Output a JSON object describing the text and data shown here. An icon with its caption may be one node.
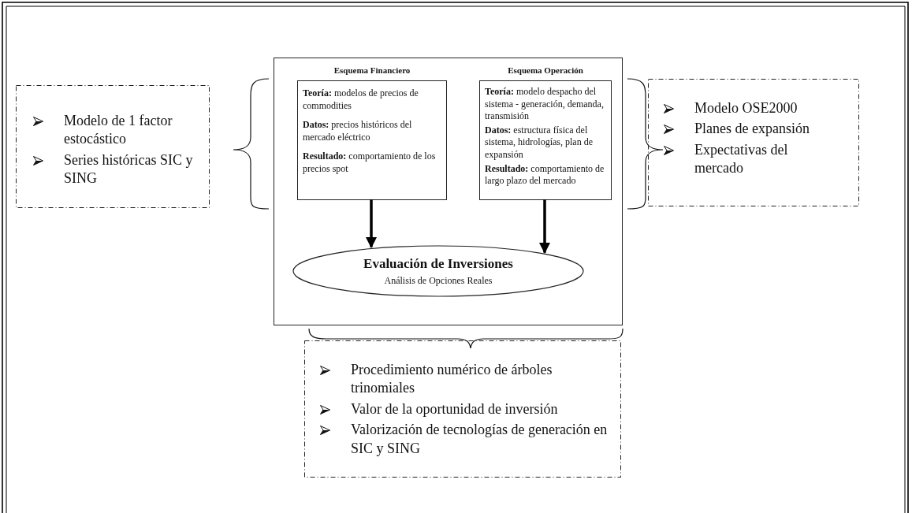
{
  "diagram": {
    "nodes": [
      {
        "text": [],
        "shape": "box"
      },
      {
        "text": [
          "Esquema Financiero",
          "**Teoría:** modelos de precios de commodities",
          "**Datos:** precios históricos del mercado eléctrico",
          "**Resultado:** comportamiento de los precios spot"
        ],
        "in": 0
      },
      {
        "text": [
          "Esquema Operación",
          "**Teoría:** modelo despacho del sistema - generación, demanda, transmisión",
          "**Datos:** estructura física del sistema, hidrologías, plan de expansión",
          "**Resultado:** comportamiento de largo plazo del mercado"
        ],
        "in": 0
      },
      {
        "text": [
          "Evaluación de Inversiones",
          "Análisis de Opciones Reales"
        ],
        "in": 0
      },
      {
        "text": [
          "Modelo de 1 factor estocástico",
          "Series históricas SIC y SING"
        ]
      },
      {
        "text": [
          "Modelo OSE2000",
          "Planes de expansión",
          "Expectativas del mercado"
        ]
      },
      {
        "text": [
          "Procedimiento numérico de árboles trinomiales",
          "Valor de la oportunidad de inversión",
          "Valorización de tecnologías de generación en SIC y SING"
        ]
      }
    ],
    "edges": [
      {
        "from": 1,
        "to": 3,
        "arrow": "to"
      },
      {
        "from": 2,
        "to": 3,
        "arrow": "to"
      }
    ]
  }
}
